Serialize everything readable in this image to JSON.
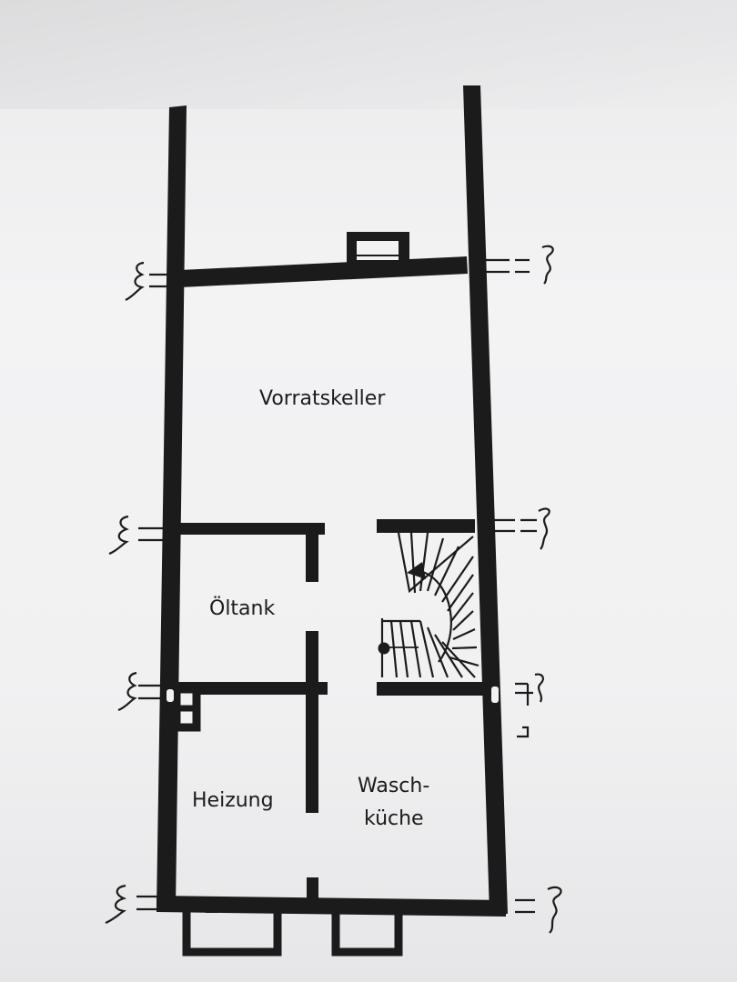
{
  "rooms": {
    "vorratskeller": "Vorratskeller",
    "oeltank": "Öltank",
    "heizung": "Heizung",
    "waschkueche_line1": "Wasch-",
    "waschkueche_line2": "küche"
  },
  "colors": {
    "wall": "#1b1b1b",
    "paper": "#f1f1f2",
    "text": "#1c1c1c"
  }
}
